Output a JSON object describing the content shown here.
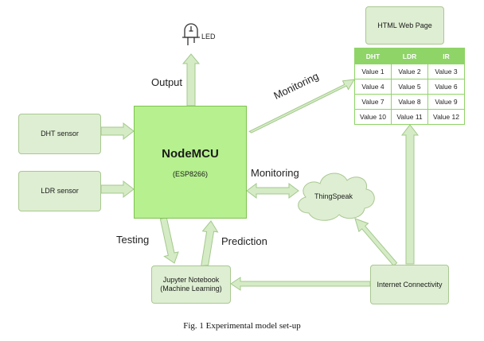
{
  "nodes": {
    "dht_sensor": "DHT sensor",
    "ldr_sensor": "LDR sensor",
    "nodemcu_title": "NodeMCU",
    "nodemcu_subtitle": "(ESP8266)",
    "led": "LED",
    "html_page": "HTML Web Page",
    "thingspeak": "ThingSpeak",
    "jupyter_line1": "Jupyter Notebook",
    "jupyter_line2": "(Machine Learning)",
    "internet": "Internet Connectivity"
  },
  "edge_labels": {
    "output": "Output",
    "monitoring_html": "Monitoring",
    "monitoring_thingspeak": "Monitoring",
    "testing": "Testing",
    "prediction": "Prediction"
  },
  "table": {
    "headers": [
      "DHT",
      "LDR",
      "IR"
    ],
    "rows": [
      [
        "Value 1",
        "Value 2",
        "Value 3"
      ],
      [
        "Value 4",
        "Value 5",
        "Value 6"
      ],
      [
        "Value 7",
        "Value 8",
        "Value 9"
      ],
      [
        "Value 10",
        "Value 11",
        "Value 12"
      ]
    ]
  },
  "caption": "Fig. 1 Experimental model set-up",
  "colors": {
    "node_fill": "#deeed2",
    "node_border": "#a9c891",
    "main_fill": "#b6f08f",
    "main_border": "#7fc34f",
    "arrow_fill": "#d5ebc6",
    "arrow_stroke": "#a3c98b",
    "table_header": "#8fd467"
  }
}
